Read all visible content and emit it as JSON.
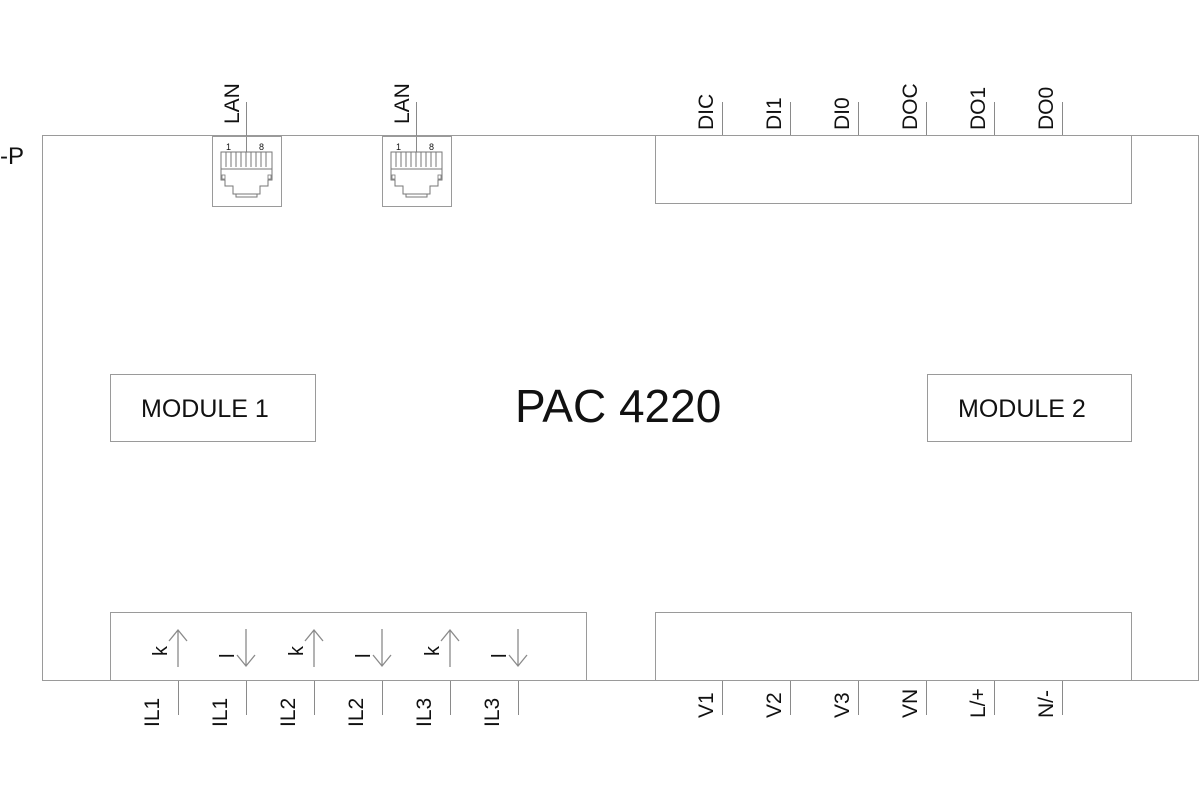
{
  "device": {
    "tag": "-P",
    "title": "PAC 4220",
    "modules": [
      {
        "label": "MODULE 1"
      },
      {
        "label": "MODULE 2"
      }
    ]
  },
  "lan_ports": [
    {
      "label": "LAN",
      "pin_first": "1",
      "pin_last": "8"
    },
    {
      "label": "LAN",
      "pin_first": "1",
      "pin_last": "8"
    }
  ],
  "top_terminals": [
    {
      "label": "DIC"
    },
    {
      "label": "DI1"
    },
    {
      "label": "DI0"
    },
    {
      "label": "DOC"
    },
    {
      "label": "DO1"
    },
    {
      "label": "DO0"
    }
  ],
  "current_terminals": [
    {
      "label": "IL1",
      "polarity": "k",
      "direction": "up"
    },
    {
      "label": "IL1",
      "polarity": "l",
      "direction": "down"
    },
    {
      "label": "IL2",
      "polarity": "k",
      "direction": "up"
    },
    {
      "label": "IL2",
      "polarity": "l",
      "direction": "down"
    },
    {
      "label": "IL3",
      "polarity": "k",
      "direction": "up"
    },
    {
      "label": "IL3",
      "polarity": "l",
      "direction": "down"
    }
  ],
  "voltage_terminals": [
    {
      "label": "V1"
    },
    {
      "label": "V2"
    },
    {
      "label": "V3"
    },
    {
      "label": "VN"
    },
    {
      "label": "L/+"
    },
    {
      "label": "N/-"
    }
  ],
  "colors": {
    "line": "#9a9a9a",
    "text": "#111111",
    "background": "#ffffff"
  }
}
